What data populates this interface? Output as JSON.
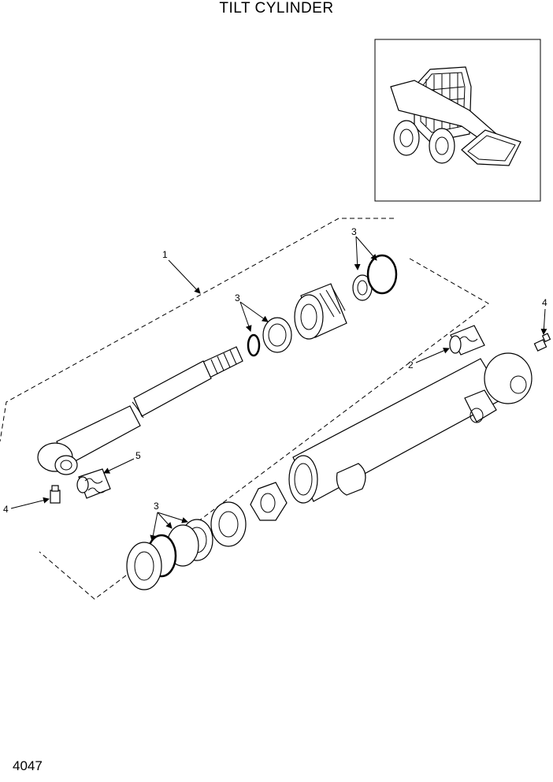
{
  "title": "TILT CYLINDER",
  "page_number": "4047",
  "callouts": {
    "c1": "1",
    "c2": "2",
    "c3a": "3",
    "c3b": "3",
    "c3c": "3",
    "c4a": "4",
    "c4b": "4",
    "c5": "5"
  },
  "icons": [
    "skid-steer-loader-icon"
  ]
}
